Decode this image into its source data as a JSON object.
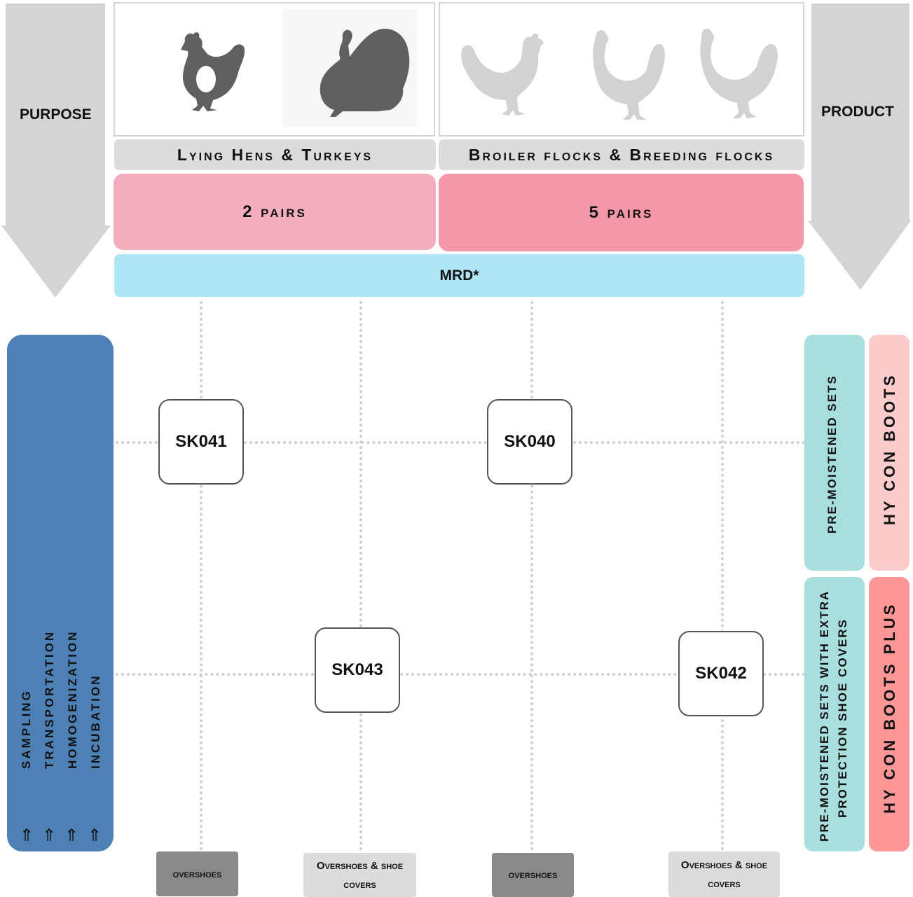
{
  "labels": {
    "purpose": "PURPOSE",
    "product": "PRODUCT"
  },
  "categories": {
    "left": "Lying Hens & Turkeys",
    "right": "Broiler flocks & Breeding flocks"
  },
  "pairs": {
    "left": "2 pairs",
    "right": "5 pairs"
  },
  "mrd": "MRD*",
  "kits": {
    "sk041": "SK041",
    "sk040": "SK040",
    "sk043": "SK043",
    "sk042": "SK042"
  },
  "bottom": {
    "b1": "overshoes",
    "b2_line1": "Overshoes & shoe",
    "b2_line2": "covers",
    "b3": "overshoes",
    "b4_line1": "Overshoes & shoe",
    "b4_line2": "covers"
  },
  "purpose_steps": [
    "SAMPLING",
    "TRANSPORTATION",
    "HOMOGENIZATION",
    "INCUBATION"
  ],
  "purpose_arrow": "⇑",
  "products": {
    "set1": "PRE-MOISTENED SETS",
    "brand1": "HY CON BOOTS",
    "set2_line1": "PRE-MOISTENED SETS WITH EXTRA",
    "set2_line2": "PROTECTION  SHOE COVERS",
    "brand2": "HY CON BOOTS PLUS"
  },
  "colors": {
    "pairs_left": "#f5aebe",
    "pairs_right": "#f497a8",
    "mrd": "#aee6f8",
    "purpose_bar": "#4d80b4",
    "teal": "#a9dedf",
    "pink_light": "#fccbcb",
    "pink_strong": "#fd9697",
    "overshoes_dark": "#8a8a8a",
    "overshoes_light": "#dcdcdc",
    "arrow_gray": "#d4d4d4",
    "bird_dark": "#606060",
    "bird_light": "#d2d2d2"
  },
  "icons": [
    "hen-icon",
    "turkey-icon",
    "rooster-icon",
    "rooster-icon",
    "rooster-icon"
  ]
}
